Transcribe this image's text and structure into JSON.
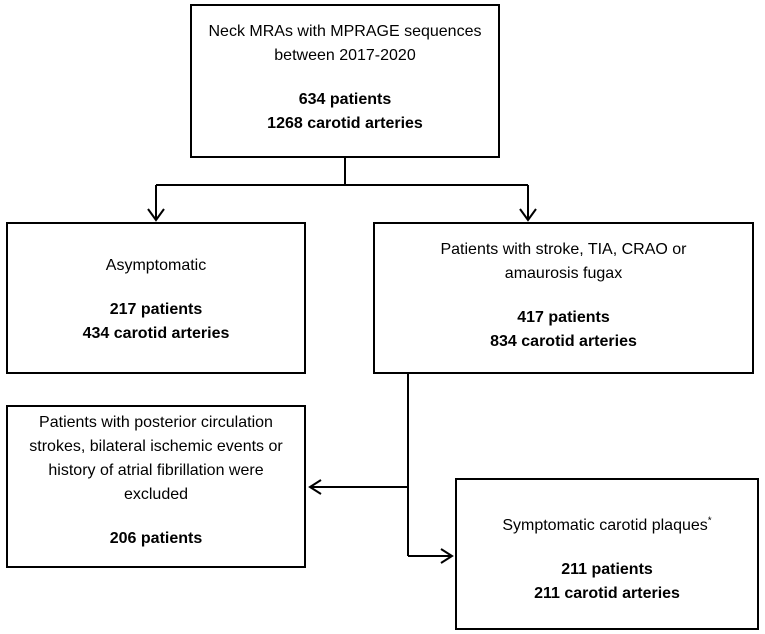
{
  "top": {
    "line1": "Neck MRAs with MPRAGE sequences",
    "line2": "between 2017-2020",
    "patients": "634 patients",
    "arteries": "1268 carotid arteries"
  },
  "asymptomatic": {
    "title": "Asymptomatic",
    "patients": "217 patients",
    "arteries": "434 carotid arteries"
  },
  "symptomatic": {
    "line1": "Patients with stroke, TIA, CRAO or",
    "line2": "amaurosis fugax",
    "patients": "417 patients",
    "arteries": "834 carotid arteries"
  },
  "excluded": {
    "line1": "Patients with posterior circulation",
    "line2": "strokes, bilateral ischemic events or",
    "line3": "history of atrial fibrillation were",
    "line4": "excluded",
    "patients": "206 patients"
  },
  "plaques": {
    "title": "Symptomatic carotid plaques",
    "marker": "*",
    "patients": "211 patients",
    "arteries": "211 carotid arteries"
  }
}
